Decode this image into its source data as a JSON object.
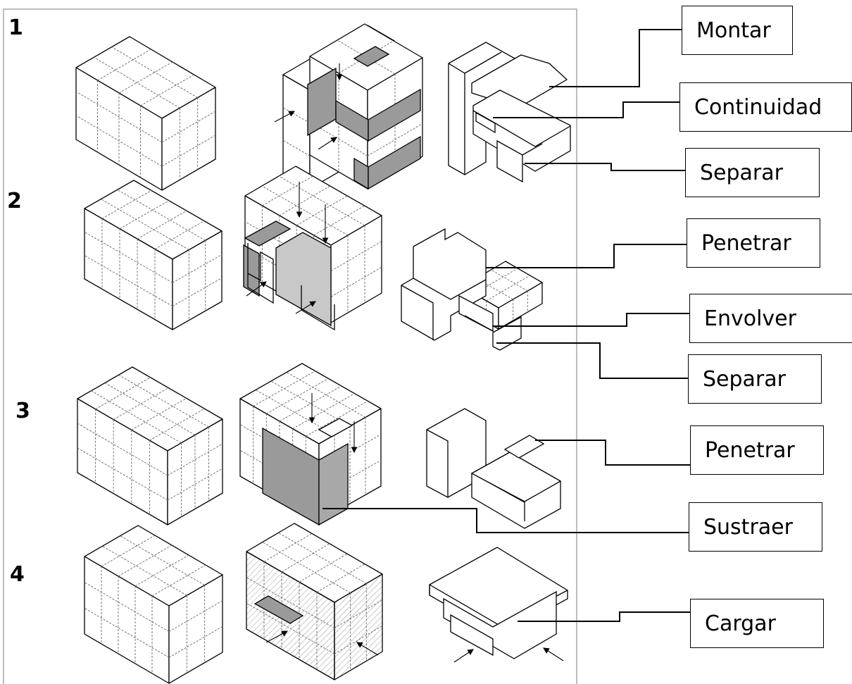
{
  "rows": [
    {
      "number": "1"
    },
    {
      "number": "2"
    },
    {
      "number": "3"
    },
    {
      "number": "4"
    }
  ],
  "labels": {
    "montar": "Montar",
    "continuidad": "Continuidad",
    "separar_1": "Separar",
    "penetrar_2": "Penetrar",
    "envolver": "Envolver",
    "separar_2": "Separar",
    "penetrar_3": "Penetrar",
    "sustraer": "Sustraer",
    "cargar": "Cargar"
  },
  "colors": {
    "line": "#000000",
    "grid": "#555555",
    "highlight": "#9a9a9a",
    "frame": "#bdbdbd"
  }
}
